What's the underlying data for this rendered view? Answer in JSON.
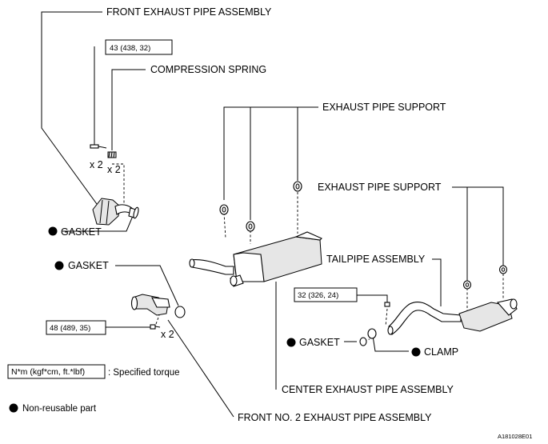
{
  "labels": {
    "front_exhaust_pipe_assembly": "FRONT EXHAUST PIPE ASSEMBLY",
    "compression_spring": "COMPRESSION SPRING",
    "exhaust_pipe_support_1": "EXHAUST PIPE SUPPORT",
    "exhaust_pipe_support_2": "EXHAUST PIPE SUPPORT",
    "tailpipe_assembly": "TAILPIPE ASSEMBLY",
    "gasket_1": "GASKET",
    "gasket_2": "GASKET",
    "gasket_3": "GASKET",
    "clamp": "CLAMP",
    "center_exhaust_pipe_assembly": "CENTER EXHAUST PIPE ASSEMBLY",
    "front_no2_exhaust_pipe_assembly": "FRONT NO. 2 EXHAUST PIPE ASSEMBLY"
  },
  "torques": {
    "front_bolt": "43 (438, 32)",
    "front_no2_bolt": "48 (489, 35)",
    "tailpipe_bolt": "32 (326, 24)"
  },
  "multipliers": {
    "front_bolt": "x 2",
    "front_spring": "x 2",
    "front_no2_bolt": "x 2"
  },
  "legend": {
    "unit_box": "N*m (kgf*cm, ft.*lbf)",
    "unit_desc": ": Specified torque",
    "nonreusable": "Non-reusable part"
  },
  "figure_code": "A181028E01"
}
